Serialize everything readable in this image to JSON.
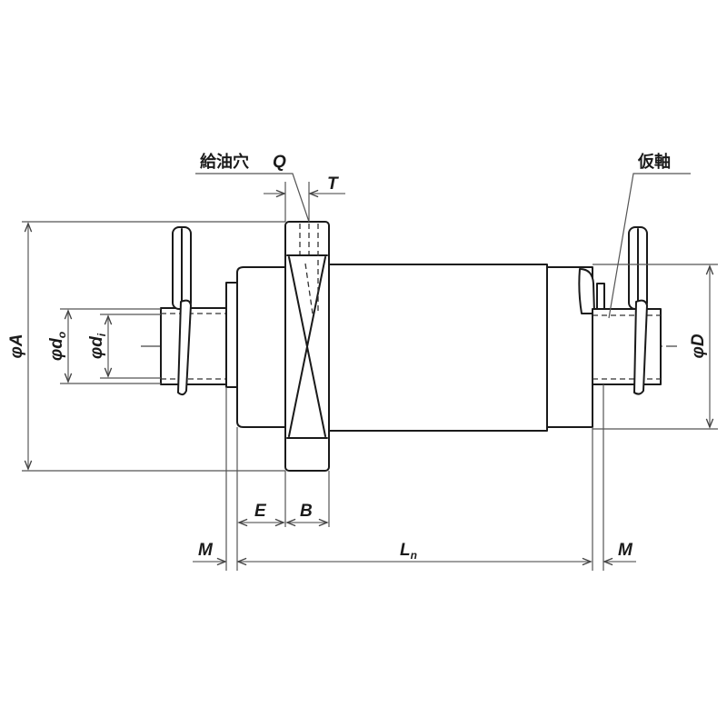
{
  "diagram": {
    "type": "technical-drawing",
    "subject": "shaft with bearing housing, spring pins and temporary shaft",
    "callouts": {
      "oil_hole": {
        "label": "給油穴",
        "symbol": "Q"
      },
      "temp_shaft": {
        "label": "仮軸"
      }
    },
    "dimensions": {
      "T": {
        "prefix": "",
        "letter": "T",
        "sub": ""
      },
      "A": {
        "prefix": "φ",
        "letter": "A",
        "sub": ""
      },
      "d_o": {
        "prefix": "φ",
        "letter": "d",
        "sub": "o"
      },
      "d_i": {
        "prefix": "φ",
        "letter": "d",
        "sub": "i"
      },
      "D": {
        "prefix": "φ",
        "letter": "D",
        "sub": ""
      },
      "E": {
        "prefix": "",
        "letter": "E",
        "sub": ""
      },
      "B": {
        "prefix": "",
        "letter": "B",
        "sub": ""
      },
      "M_left": {
        "prefix": "",
        "letter": "M",
        "sub": ""
      },
      "L_n": {
        "prefix": "",
        "letter": "L",
        "sub": "n"
      },
      "M_right": {
        "prefix": "",
        "letter": "M",
        "sub": ""
      }
    },
    "colors": {
      "line": "#1a1a1a",
      "dimension": "#666666",
      "background": "#ffffff"
    }
  }
}
